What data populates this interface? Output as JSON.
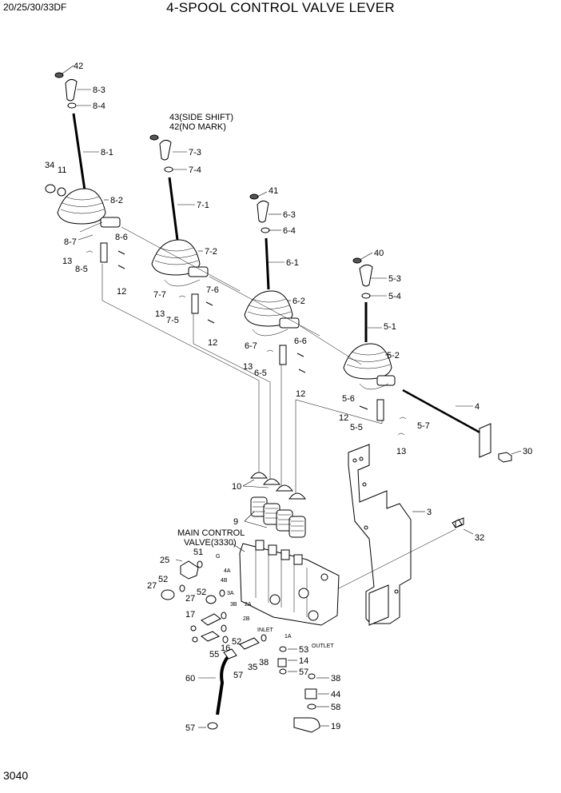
{
  "header": {
    "model": "20/25/30/33DF",
    "title": "4-SPOOL  CONTROL VALVE LEVER"
  },
  "footer": {
    "page_number": "3040"
  },
  "callouts": {
    "c42": "42",
    "c8_3": "8-3",
    "c8_4": "8-4",
    "c8_1": "8-1",
    "c34": "34",
    "c11": "11",
    "c8_2": "8-2",
    "c8_7": "8-7",
    "c8_6": "8-6",
    "c13a": "13",
    "c8_5": "8-5",
    "c12a": "12",
    "c43": "43(SIDE SHIFT)",
    "c42b": "42(NO MARK)",
    "c7_3": "7-3",
    "c7_4": "7-4",
    "c7_1": "7-1",
    "c7_2": "7-2",
    "c7_7": "7-7",
    "c7_6": "7-6",
    "c13b": "13",
    "c7_5": "7-5",
    "c12b": "12",
    "c41": "41",
    "c6_3": "6-3",
    "c6_4": "6-4",
    "c6_1": "6-1",
    "c6_2": "6-2",
    "c6_7": "6-7",
    "c6_6": "6-6",
    "c13c": "13",
    "c6_5": "6-5",
    "c12c": "12",
    "c40": "40",
    "c5_3": "5-3",
    "c5_4": "5-4",
    "c5_1": "5-1",
    "c5_2": "5-2",
    "c5_6": "5-6",
    "c12d": "12",
    "c5_5": "5-5",
    "c5_7": "5-7",
    "c13d": "13",
    "c4": "4",
    "c30": "30",
    "c10": "10",
    "c9": "9",
    "c3": "3",
    "c32": "32",
    "main_valve_1": "MAIN CONTROL",
    "main_valve_2": "VALVE(3330)",
    "c25": "25",
    "c51": "51",
    "c52a": "52",
    "c27a": "27",
    "c27b": "27",
    "c52b": "52",
    "c17": "17",
    "c52c": "52",
    "c16": "16",
    "c55": "55",
    "c57a": "57",
    "c35": "35",
    "c38a": "38",
    "c53": "53",
    "c14": "14",
    "c57b": "57",
    "c38b": "38",
    "c44": "44",
    "c58": "58",
    "c19": "19",
    "c60": "60",
    "c57c": "57",
    "port_g": "G",
    "port_4a": "4A",
    "port_4b": "4B",
    "port_3a": "3A",
    "port_3b": "3B",
    "port_2a": "2A",
    "port_2b": "2B",
    "port_1a": "1A",
    "port_inlet": "INLET",
    "port_outlet": "OUTLET"
  }
}
